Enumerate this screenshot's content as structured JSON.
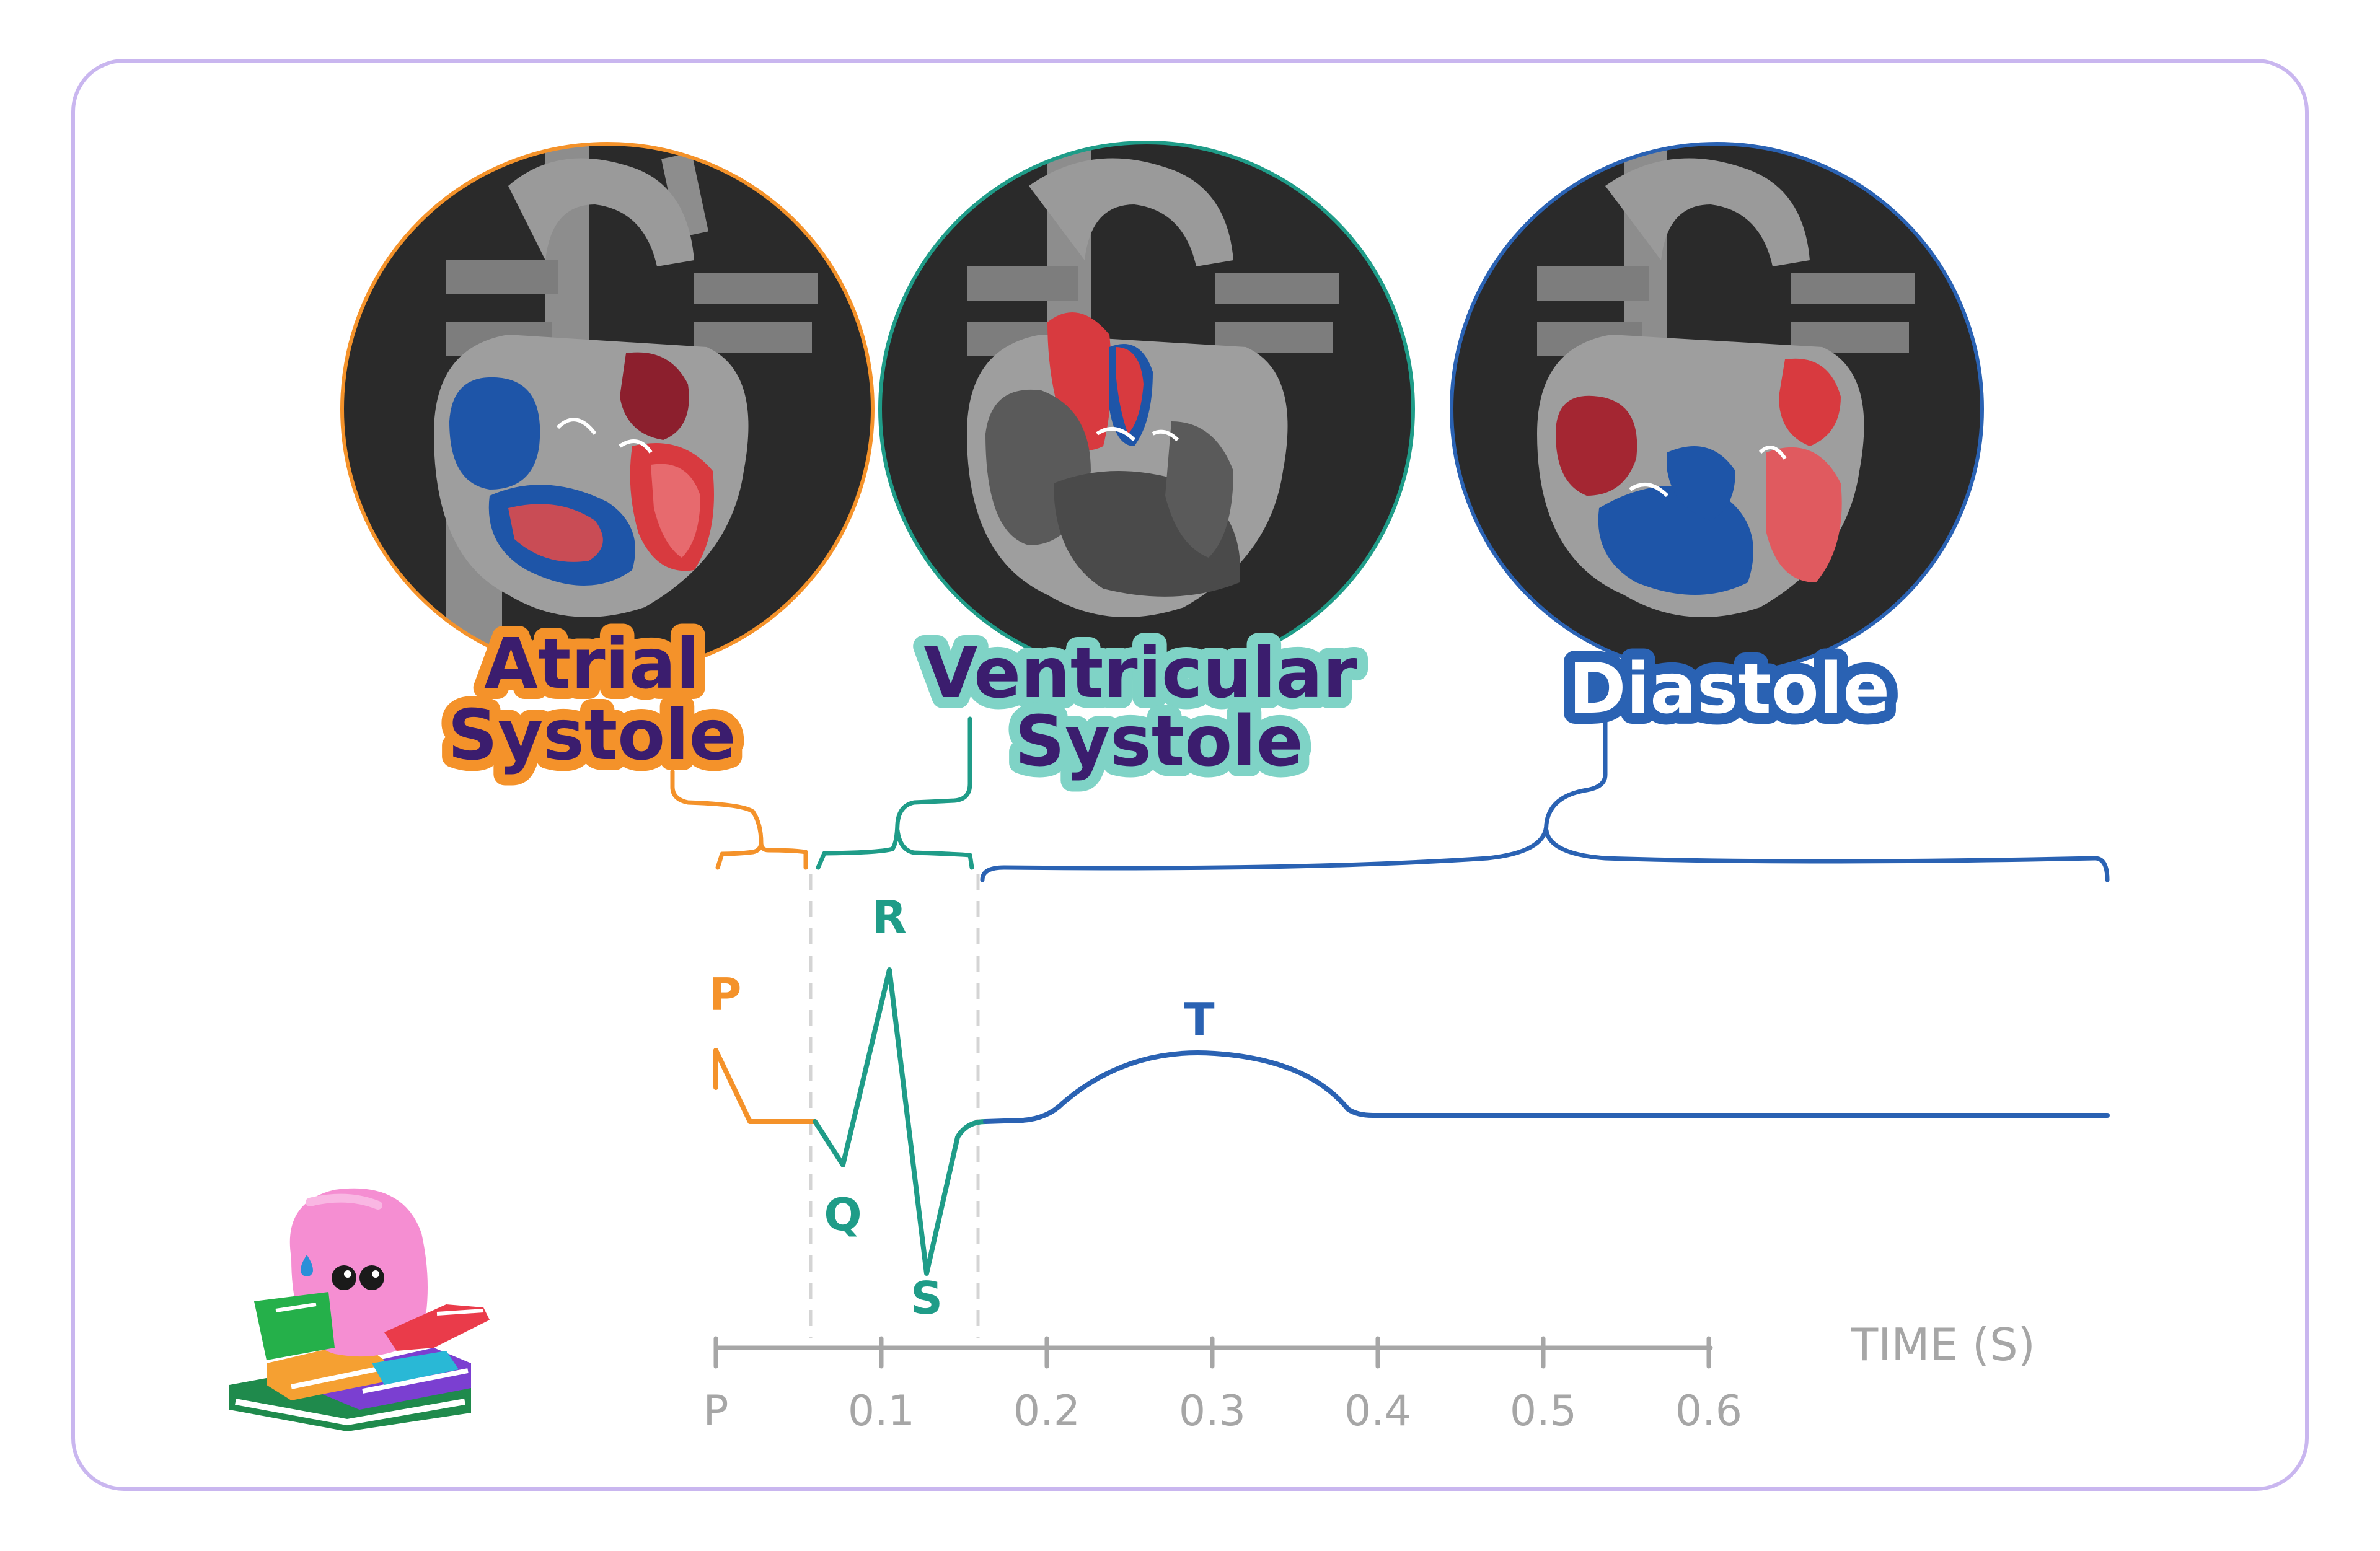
{
  "phases": {
    "atrial": {
      "line1": "Atrial",
      "line2": "Systole",
      "color": "#f4922a"
    },
    "ventricular": {
      "line1": "Ventricular",
      "line2": "Systole",
      "color": "#1f9c88"
    },
    "diastole": {
      "label": "Diastole",
      "color": "#2a62b3"
    }
  },
  "waves": {
    "p": "P",
    "q": "Q",
    "r": "R",
    "s": "S",
    "t": "T"
  },
  "axis": {
    "title": "TIME (S)",
    "ticks": [
      "P",
      "0.1",
      "0.2",
      "0.3",
      "0.4",
      "0.5",
      "0.6"
    ]
  },
  "icons": [
    "heart-atrial-systole-icon",
    "heart-ventricular-systole-icon",
    "heart-diastole-icon",
    "reading-mascot-icon"
  ],
  "colors": {
    "frame": "#c9b6ef",
    "axis": "#a6a6a6",
    "blood_deoxygenated": "#1e55a8",
    "blood_oxygenated": "#d83a3f"
  }
}
